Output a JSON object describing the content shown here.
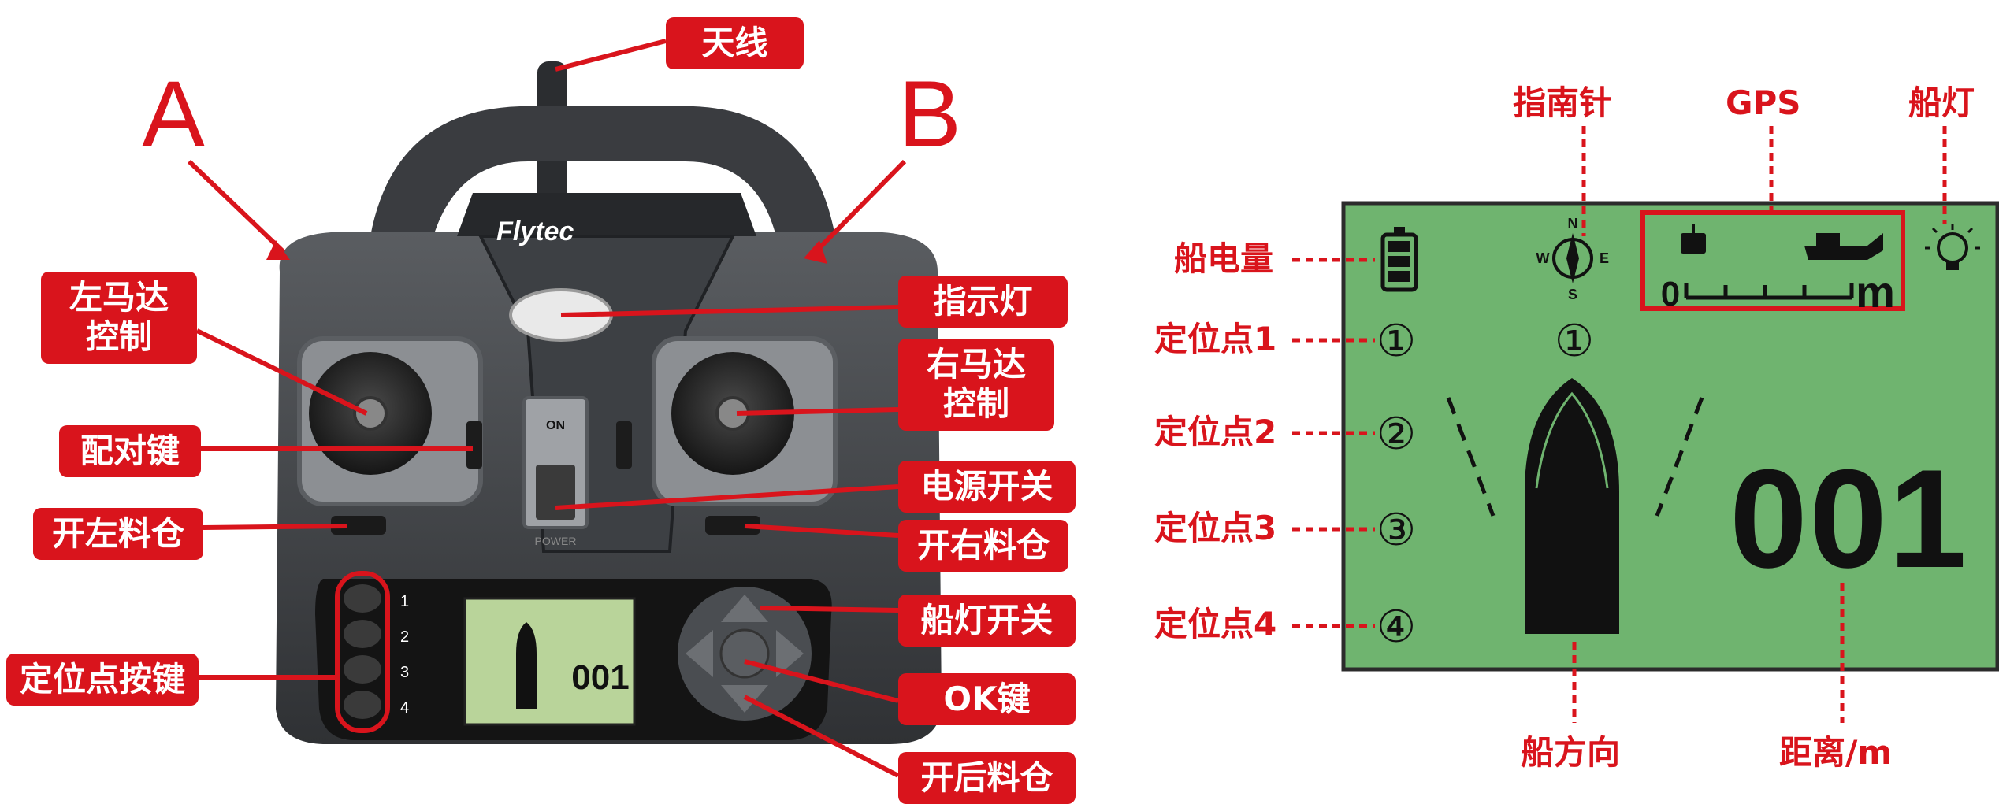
{
  "transmitter": {
    "brand": "Flytec",
    "corner_a": "A",
    "corner_b": "B",
    "switch_on": "ON",
    "power_text": "POWER",
    "slot_numbers": [
      "1",
      "2",
      "3",
      "4"
    ],
    "mini_distance": "001",
    "labels": {
      "antenna": "天线",
      "indicator": "指示灯",
      "left_motor": "左马达\n控制",
      "right_motor": "右马达\n控制",
      "pair_key": "配对键",
      "power_switch": "电源开关",
      "open_left_bin": "开左料仓",
      "open_right_bin": "开右料仓",
      "boat_light_switch": "船灯开关",
      "ok_key": "OK键",
      "open_rear_bin": "开后料仓",
      "point_keys": "定位点按键"
    }
  },
  "lcd": {
    "top_labels": {
      "compass": "指南针",
      "gps": "GPS",
      "boat_light": "船灯"
    },
    "left_labels": {
      "battery": "船电量",
      "point1": "定位点1",
      "point2": "定位点2",
      "point3": "定位点3",
      "point4": "定位点4"
    },
    "bottom_labels": {
      "boat_direction": "船方向",
      "distance": "距离/m"
    },
    "compass_letters": {
      "n": "N",
      "s": "S",
      "w": "W",
      "e": "E"
    },
    "scale_zero": "0",
    "scale_unit": "m",
    "point_marks": [
      "①",
      "②",
      "③",
      "④"
    ],
    "center_mark": "①",
    "distance": "001",
    "colors": {
      "screen": "#6fb46f",
      "callout": "#d9141c"
    }
  }
}
